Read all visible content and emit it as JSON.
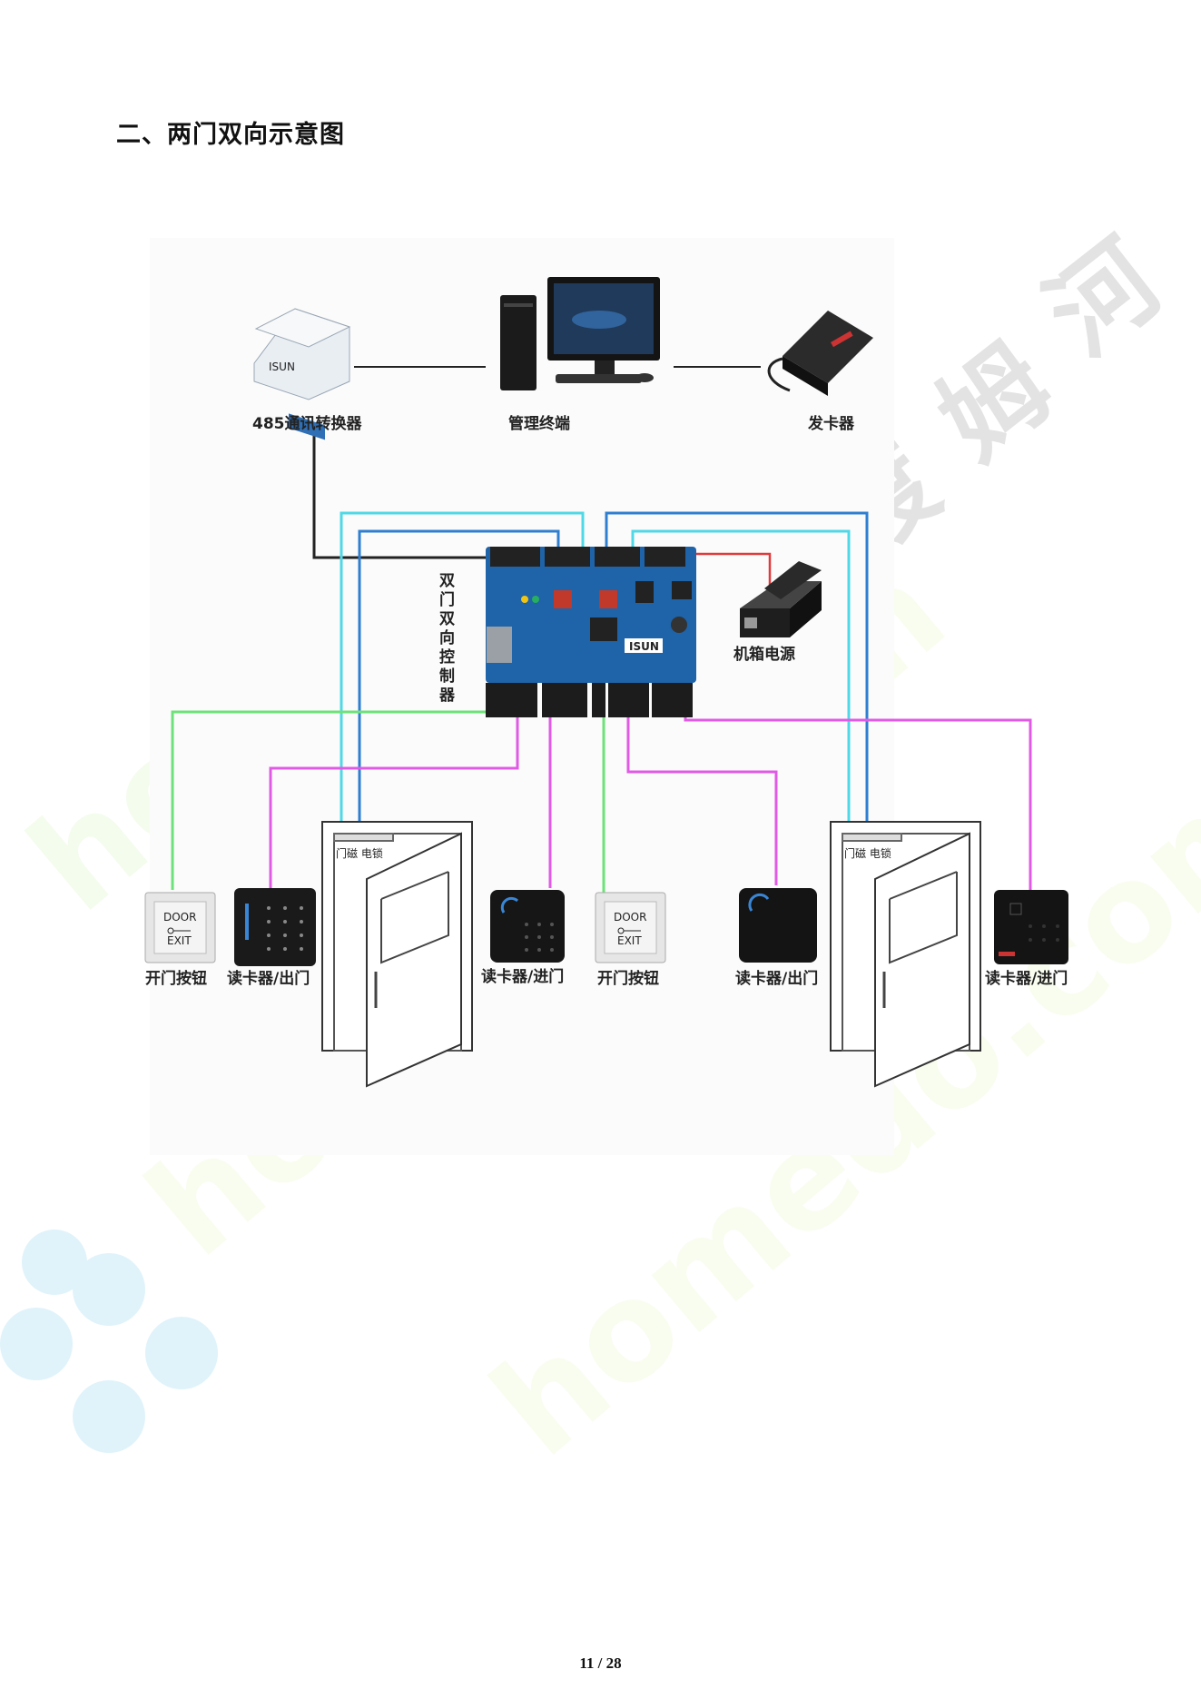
{
  "heading": "二、两门双向示意图",
  "labels": {
    "converter": "485通讯转换器",
    "terminal": "管理终端",
    "card_issuer": "发卡器",
    "controller": [
      "双",
      "门",
      "双",
      "向",
      "控",
      "制",
      "器"
    ],
    "power": "机箱电源",
    "exit_button_1": "开门按钮",
    "reader_out_1": "读卡器/出门",
    "reader_in_1": "读卡器/进门",
    "exit_button_2": "开门按钮",
    "reader_out_2": "读卡器/出门",
    "reader_in_2": "读卡器/进门",
    "door1_tag": "门磁 电锁",
    "door2_tag": "门磁 电锁"
  },
  "device_text": {
    "converter_brand": "ISUN",
    "controller_brand": "ISUN",
    "exit_btn_line1": "DOOR",
    "exit_btn_line2": "EXIT"
  },
  "watermark": {
    "cn": [
      "河",
      "姆",
      "渡"
    ],
    "en": "homedo.com"
  },
  "wire_colors": {
    "cyan": "#4fd8e6",
    "blue": "#2f7fd0",
    "green": "#6ee27a",
    "magenta": "#e05ae6",
    "red": "#e03a3a",
    "black": "#222222"
  },
  "footer": "11 / 28"
}
